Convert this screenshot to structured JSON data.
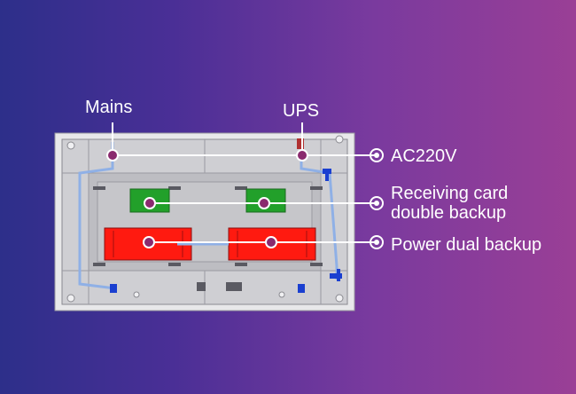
{
  "labels": {
    "mains": "Mains",
    "ups": "UPS",
    "ac": "AC220V",
    "receiving_line1": "Receiving card",
    "receiving_line2": "double backup",
    "power": "Power dual backup"
  },
  "colors": {
    "bg_start": "#2d2f8a",
    "bg_end": "#9a3f96",
    "callout": "#ffffff",
    "dot": "#8a2a6e",
    "receiving_card": "#22a02a",
    "power_supply": "#ff1a10",
    "cable": "#8fb0e6",
    "connector": "#1a3fd0",
    "cabinet": "#c8c8cc"
  }
}
